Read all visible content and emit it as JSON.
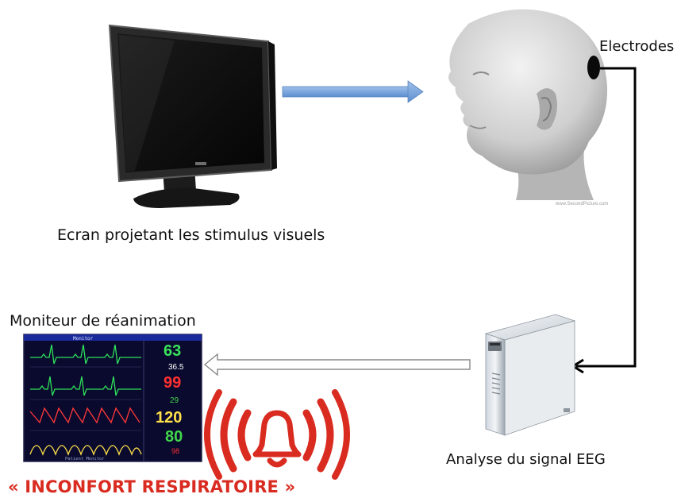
{
  "labels": {
    "screen": "Ecran projetant les stimulus visuels",
    "electrodes": "Electrodes",
    "monitor": "Moniteur de réanimation",
    "eeg": "Analyse du signal EEG",
    "alert": "« INCONFORT RESPIRATOIRE »"
  },
  "vitals": {
    "hr": "63",
    "temp": "36.5",
    "spo2": "99",
    "rr": "29",
    "sys": "120",
    "dia": "80",
    "mean": "98"
  },
  "monitor_text": {
    "header": "Monitor",
    "footer": "Patient Monitor"
  },
  "colors": {
    "arrow_blue": "#6b9bd6",
    "wire": "#000000",
    "alert_red": "#d92b20",
    "ecg_green": "#2ee05a",
    "hr_green": "#39e35a",
    "spo2_red": "#ff3030",
    "bp_yellow": "#ffe14a",
    "bp_green": "#41d64a"
  },
  "icons": {
    "screen": "lcd-monitor-icon",
    "head": "human-head-icon",
    "server": "computer-tower-icon",
    "alarm": "alarm-bell-icon"
  }
}
